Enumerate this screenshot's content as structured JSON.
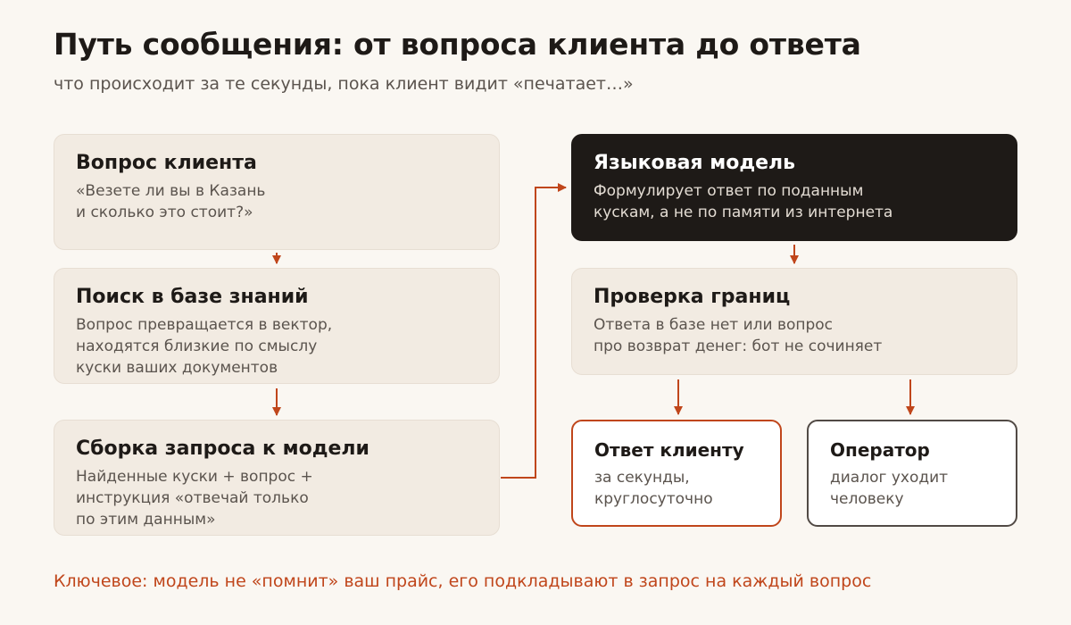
{
  "title": "Путь сообщения: от вопроса клиента до ответа",
  "subtitle": "что происходит за те секунды, пока клиент видит «печатает…»",
  "nodes": {
    "question": {
      "title": "Вопрос клиента",
      "text": "«Везете ли вы в Казань\nи сколько это стоит?»"
    },
    "search": {
      "title": "Поиск в базе знаний",
      "text": "Вопрос превращается в вектор,\nнаходятся близкие по смыслу\nкуски ваших документов"
    },
    "assembly": {
      "title": "Сборка запроса к модели",
      "text": "Найденные куски + вопрос +\nинструкция «отвечай только\nпо этим данным»"
    },
    "model": {
      "title": "Языковая модель",
      "text": "Формулирует ответ по поданным\nкускам, а не по памяти из интернета"
    },
    "check": {
      "title": "Проверка границ",
      "text": "Ответа в базе нет или вопрос\nпро возврат денег: бот не сочиняет"
    },
    "answer": {
      "title": "Ответ клиенту",
      "text": "за секунды,\nкруглосуточно"
    },
    "operator": {
      "title": "Оператор",
      "text": "диалог уходит\nчеловеку"
    }
  },
  "footer": "Ключевое: модель не «помнит» ваш прайс, его подкладывают в запрос на каждый вопрос",
  "colors": {
    "accent": "#c0461b",
    "dark": "#1e1a17",
    "box_fill": "#f2ebe2",
    "background": "#faf7f2"
  }
}
